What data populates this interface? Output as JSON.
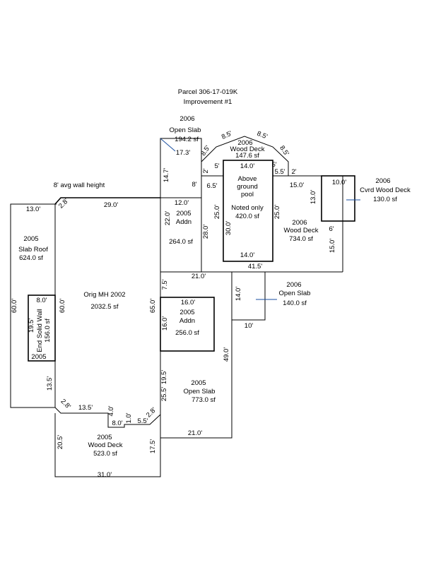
{
  "header": {
    "parcel": "Parcel 306-17-019K",
    "improvement": "Improvement #1"
  },
  "wall_note": "8' avg wall height",
  "areas": {
    "open_slab_top": {
      "year": "2006",
      "name": "Open Slab",
      "area": "194.2 sf"
    },
    "wood_deck_top": {
      "year": "2006",
      "name": "Wood Deck",
      "area": "147.6 sf"
    },
    "cvrd_wood_deck": {
      "year": "2006",
      "name": "Cvrd Wood Deck",
      "area": "130.0 sf"
    },
    "addn_upper": {
      "year": "2005",
      "name": "Addn",
      "area": "264.0 sf"
    },
    "pool": {
      "line1": "Above",
      "line2": "ground",
      "line3": "pool",
      "note": "Noted only",
      "area": "420.0 sf"
    },
    "wood_deck_right": {
      "year": "2006",
      "name": "Wood Deck",
      "area": "734.0 sf"
    },
    "slab_roof": {
      "year": "2005",
      "name": "Slab Roof",
      "area": "624.0 sf"
    },
    "orig_mh": {
      "name": "Orig MH 2002",
      "area": "2032.5 sf"
    },
    "end_solid_wall": {
      "name": "End Solid Wall",
      "area": "156.0 sf",
      "year": "2005"
    },
    "open_slab_right": {
      "year": "2006",
      "name": "Open Slab",
      "area": "140.0 sf"
    },
    "addn_lower": {
      "year": "2005",
      "name": "Addn",
      "area": "256.0 sf"
    },
    "open_slab_lower": {
      "year": "2005",
      "name": "Open Slab",
      "area": "773.0 sf"
    },
    "wood_deck_bottom": {
      "year": "2005",
      "name": "Wood Deck",
      "area": "523.0 sf"
    }
  },
  "dimensions": {
    "d_17_3": "17.3'",
    "d_14_7": "14.7'",
    "d_8_5a": "8.5'",
    "d_8_5b": "8.5'",
    "d_8_5c": "8.5'",
    "d_8_5d": "8.5'",
    "d_2a": "2'",
    "d_5a": "5'",
    "d_14_0_pool_top": "14.0'",
    "d_5b": "5'",
    "d_5_5": "5.5'",
    "d_2b": "2'",
    "d_8": "8'",
    "d_6_5": "6.5'",
    "d_15_0": "15.0'",
    "d_10_0": "10.0'",
    "d_13_0_cvrd": "13.0'",
    "d_2_8_top": "2.8'",
    "d_13_0_slab": "13.0'",
    "d_29_0": "29.0'",
    "d_12_0": "12.0'",
    "d_22_0": "22.0'",
    "d_28_0": "28.0'",
    "d_25_0_left": "25.0'",
    "d_30_0": "30.0'",
    "d_25_0_right": "25.0'",
    "d_6": "6'",
    "d_15_0_v": "15.0'",
    "d_14_0_pool_bot": "14.0'",
    "d_41_5": "41.5'",
    "d_21_0_top": "21.0'",
    "d_7_5": "7.5'",
    "d_14_0_slab": "14.0'",
    "d_8_0_wall": "8.0'",
    "d_19_5_wall": "19.5'",
    "d_60_0_left": "60.0'",
    "d_60_0_mh": "60.0'",
    "d_65_0": "65.0'",
    "d_16_0_h": "16.0'",
    "d_16_0_v": "16.0'",
    "d_10": "10'",
    "d_49_0": "49.0'",
    "d_13_5_v": "13.5'",
    "d_25_5": "25.5'",
    "d_19_5": "19.5'",
    "d_2_8_bl": "2.8'",
    "d_13_5_h": "13.5'",
    "d_4_0": "4.0'",
    "d_1_0": "1.0'",
    "d_2_8_br": "2.8'",
    "d_8_0_b": "8.0'",
    "d_5_5_b": "5.5'",
    "d_21_0_bot": "21.0'",
    "d_20_5": "20.5'",
    "d_17_5": "17.5'",
    "d_31_0": "31.0'"
  }
}
